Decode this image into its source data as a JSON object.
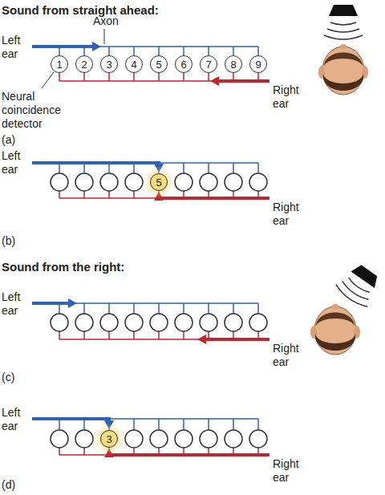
{
  "diagram": {
    "nodes": [
      {
        "text": [
          "1"
        ]
      },
      {
        "text": [
          "2"
        ]
      },
      {
        "text": [
          "3"
        ]
      },
      {
        "text": [
          "4"
        ]
      },
      {
        "text": [
          "5"
        ]
      },
      {
        "text": [
          "6"
        ]
      },
      {
        "text": [
          "7"
        ]
      },
      {
        "text": [
          "8"
        ]
      },
      {
        "text": [
          "9"
        ]
      },
      {
        "text": [
          "5"
        ]
      },
      {
        "text": [
          "3"
        ]
      }
    ],
    "labels": [
      "Sound from straight ahead:",
      "Axon",
      "Left ear",
      "Neural coincidence detector",
      "Right ear",
      "(a)",
      "Left ear",
      "Right ear",
      "(b)",
      "Sound from the right:",
      "Left ear",
      "Right ear",
      "(c)",
      "Left ear",
      "Right ear",
      "(d)"
    ]
  }
}
